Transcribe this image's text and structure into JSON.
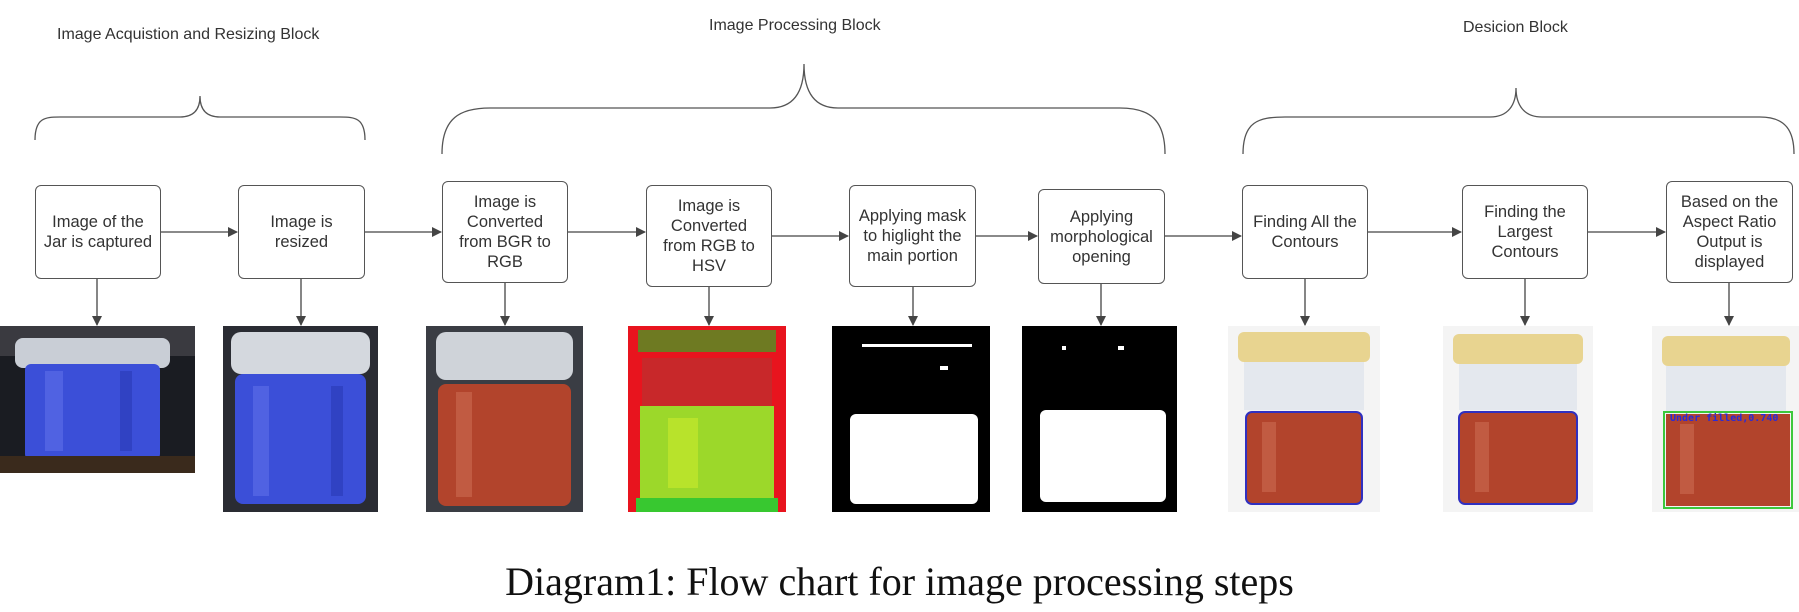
{
  "blocks": {
    "acquisition": "Image Acquistion and Resizing Block",
    "processing": "Image Processing Block",
    "decision": "Desicion Block"
  },
  "steps": [
    "Image of the Jar is captured",
    "Image is resized",
    "Image is Converted from BGR to RGB",
    "Image is Converted from RGB to HSV",
    "Applying mask to higlight the main portion",
    "Applying morphological opening",
    "Finding All the Contours",
    "Finding the Largest Contours",
    "Based on the Aspect Ratio Output is displayed"
  ],
  "result_overlay": "Under filled,0.740",
  "caption": "Diagram1: Flow chart for image processing steps",
  "colors": {
    "line": "#444444",
    "box_border": "#555555",
    "liquid_blue": "#3b4fd8",
    "liquid_red": "#b2442c"
  }
}
